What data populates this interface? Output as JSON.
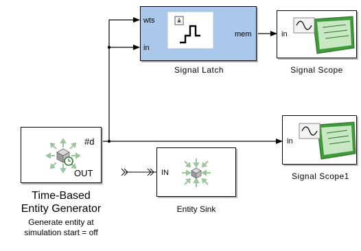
{
  "blocks": {
    "signal_latch": {
      "name": "Signal Latch",
      "ports": {
        "in1": "wts",
        "in2": "in",
        "out": "mem"
      }
    },
    "signal_scope": {
      "name": "Signal Scope",
      "ports": {
        "in": "in"
      }
    },
    "signal_scope1": {
      "name": "Signal Scope1",
      "ports": {
        "in": "in"
      }
    },
    "tbeg": {
      "name_line1": "Time-Based",
      "name_line2": "Entity Generator",
      "param_line1": "Generate entity at",
      "param_line2": "simulation start = off",
      "ports": {
        "signal_out": "#d",
        "entity_out": "OUT"
      }
    },
    "entity_sink": {
      "name": "Entity Sink",
      "ports": {
        "in": "IN"
      }
    }
  },
  "colors": {
    "latch_fill": "#a9c8ec",
    "wire": "#000000",
    "scope_green": "#3f9a3a"
  },
  "icons": [
    "latch-step-icon",
    "scope-icon",
    "entity-generator-icon",
    "clock-icon",
    "entity-sink-icon",
    "entity-connection-arrow-icon"
  ]
}
